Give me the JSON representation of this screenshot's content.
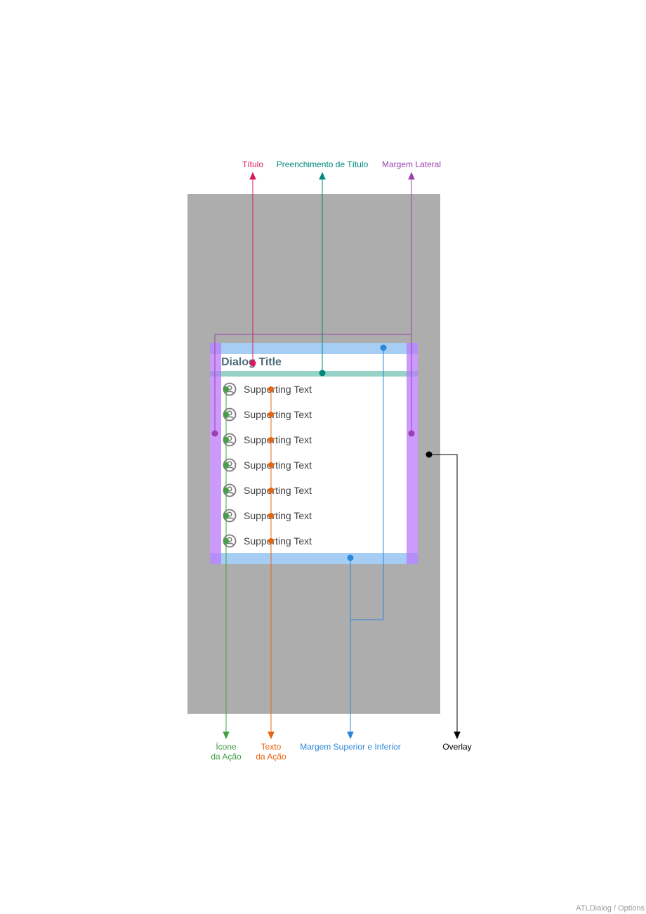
{
  "dialog": {
    "title": "Dialog Title",
    "items": [
      {
        "text": "Supporting Text",
        "icon": "account-circle-icon"
      },
      {
        "text": "Supporting Text",
        "icon": "account-circle-icon"
      },
      {
        "text": "Supporting Text",
        "icon": "account-circle-icon"
      },
      {
        "text": "Supporting Text",
        "icon": "account-circle-icon"
      },
      {
        "text": "Supporting Text",
        "icon": "account-circle-icon"
      },
      {
        "text": "Supporting Text",
        "icon": "account-circle-icon"
      },
      {
        "text": "Supporting Text",
        "icon": "account-circle-icon"
      }
    ]
  },
  "annotations": {
    "title": "Título",
    "title_padding": "Preenchimento de Título",
    "side_margin": "Margem Lateral",
    "action_icon": [
      "Ícone",
      "da Ação"
    ],
    "action_text": [
      "Texto",
      "da Ação"
    ],
    "top_bottom_margin": "Margem Superior e Inferior",
    "overlay": "Overlay"
  },
  "colors": {
    "title": "#d81b60",
    "title_padding": "#00897b",
    "side_margin": "#9c3fb0",
    "action_icon": "#43a047",
    "action_text": "#e8650f",
    "top_bottom_margin": "#2c88d9",
    "overlay": "#000000",
    "overlay_fill": "#adadad"
  },
  "footer": "ATLDialog / Options"
}
